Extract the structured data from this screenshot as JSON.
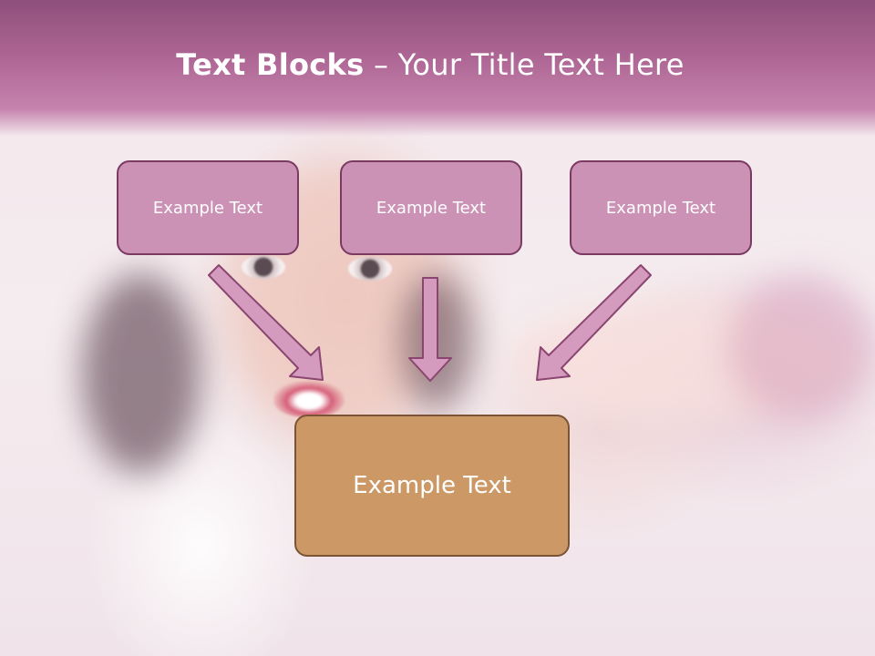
{
  "slide": {
    "title_bold": "Text Blocks",
    "title_dash": "–",
    "title_rest": "Your Title Text Here"
  },
  "blocks": [
    {
      "label": "Example Text"
    },
    {
      "label": "Example Text"
    },
    {
      "label": "Example Text"
    }
  ],
  "main_block": {
    "label": "Example Text"
  },
  "colors": {
    "title_band": "#b06896",
    "block_fill": "#cb92b5",
    "block_border": "#7a3a62",
    "main_fill": "#cc9966",
    "main_border": "#7b5436",
    "arrow_fill": "#d49bbf"
  },
  "icons": [
    "arrow-down-right-icon",
    "arrow-down-icon",
    "arrow-down-left-icon"
  ]
}
